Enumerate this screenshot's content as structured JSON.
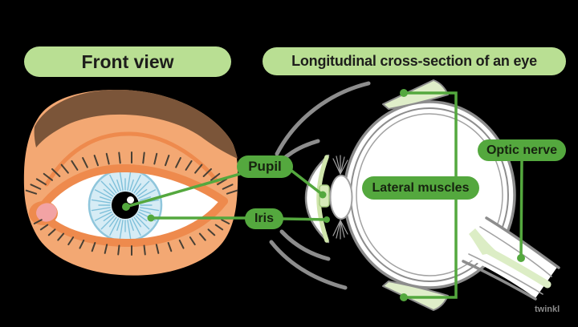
{
  "panels": {
    "front_view": {
      "title": "Front view"
    },
    "cross_section": {
      "title": "Longitudinal cross-section of an eye"
    }
  },
  "labels": {
    "pupil": "Pupil",
    "iris": "Iris",
    "lateral_muscles": "Lateral muscles",
    "optic_nerve": "Optic nerve"
  },
  "watermark": "twinkl",
  "colors": {
    "title_pill_bg": "#b9df93",
    "title_text": "#1d1d1b",
    "label_pill_bg": "#54a83e",
    "label_text": "#16230f",
    "connector": "#54a83e",
    "light_green_fill": "#dfeec9",
    "nerve_stripe": "#dcedc5",
    "outline_gray": "#8d8d8d",
    "skin": "#f3a873",
    "eyebrow": "#7b5539",
    "eyelid_orange": "#ee8a4d",
    "iris_blue": "#d6ecf5",
    "iris_streak": "#7fc0da",
    "caruncle_pink": "#f2a3a4",
    "watermark_gray": "#8b8b8b"
  }
}
